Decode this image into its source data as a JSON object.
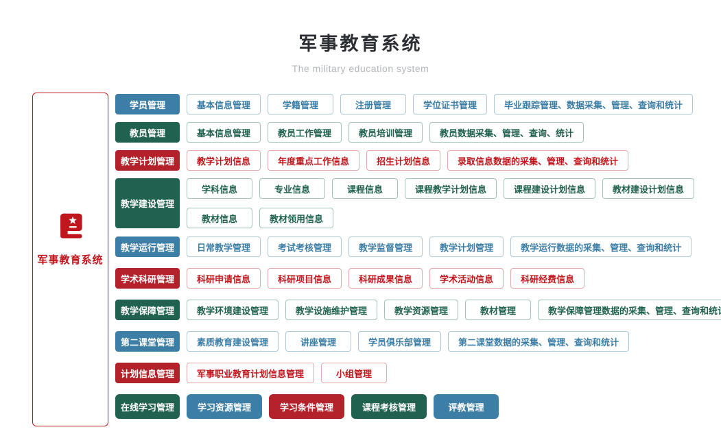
{
  "header": {
    "title": "军事教育系统",
    "subtitle": "The military education system"
  },
  "root": {
    "label": "军事教育系统",
    "icon": "book-star-icon"
  },
  "palette": {
    "blue": "#3d7ea6",
    "blue_border": "#aac8da",
    "green": "#20614f",
    "green_border": "#a0c4b9",
    "red": "#c0161d",
    "red_fill": "#b3212a",
    "red_border": "#e5a7a9"
  },
  "rows": [
    {
      "color": "blue",
      "parent": {
        "label": "学员管理",
        "color": "blue"
      },
      "lines": [
        [
          {
            "label": "基本信息管理"
          },
          {
            "label": "学籍管理"
          },
          {
            "label": "注册管理"
          },
          {
            "label": "学位证书管理"
          },
          {
            "label": "毕业跟踪管理、数据采集、管理、查询和统计"
          }
        ]
      ]
    },
    {
      "color": "green",
      "parent": {
        "label": "教员管理",
        "color": "green"
      },
      "lines": [
        [
          {
            "label": "基本信息管理"
          },
          {
            "label": "教员工作管理"
          },
          {
            "label": "教员培训管理"
          },
          {
            "label": "教员数据采集、管理、查询、统计"
          }
        ]
      ]
    },
    {
      "color": "red",
      "parent": {
        "label": "教学计划管理",
        "color": "red"
      },
      "lines": [
        [
          {
            "label": "教学计划信息"
          },
          {
            "label": "年度重点工作信息"
          },
          {
            "label": "招生计划信息"
          },
          {
            "label": "录取信息数据的采集、管理、查询和统计"
          }
        ]
      ]
    },
    {
      "color": "green",
      "parent": {
        "label": "教学建设管理",
        "color": "green"
      },
      "lines": [
        [
          {
            "label": "学科信息"
          },
          {
            "label": "专业信息"
          },
          {
            "label": "课程信息"
          },
          {
            "label": "课程教学计划信息"
          },
          {
            "label": "课程建设计划信息"
          },
          {
            "label": "教材建设计划信息"
          }
        ],
        [
          {
            "label": "教材信息"
          },
          {
            "label": "教材领用信息"
          }
        ]
      ]
    },
    {
      "color": "blue",
      "parent": {
        "label": "教学运行管理",
        "color": "blue"
      },
      "lines": [
        [
          {
            "label": "日常教学管理"
          },
          {
            "label": "考试考核管理"
          },
          {
            "label": "教学监督管理"
          },
          {
            "label": "教学计划管理"
          },
          {
            "label": "教学运行数据的采集、管理、查询和统计"
          }
        ]
      ]
    },
    {
      "color": "red",
      "parent": {
        "label": "学术科研管理",
        "color": "red"
      },
      "lines": [
        [
          {
            "label": "科研申请信息"
          },
          {
            "label": "科研项目信息"
          },
          {
            "label": "科研成果信息"
          },
          {
            "label": "学术活动信息"
          },
          {
            "label": "科研经费信息"
          }
        ]
      ]
    },
    {
      "color": "green",
      "parent": {
        "label": "教学保障管理",
        "color": "green"
      },
      "lines": [
        [
          {
            "label": "教学环境建设管理"
          },
          {
            "label": "教学设施维护管理"
          },
          {
            "label": "教学资源管理"
          },
          {
            "label": "教材管理"
          },
          {
            "label": "教学保障管理数据的采集、管理、查询和统计"
          }
        ]
      ]
    },
    {
      "color": "blue",
      "parent": {
        "label": "第二课堂管理",
        "color": "blue"
      },
      "lines": [
        [
          {
            "label": "素质教育建设管理"
          },
          {
            "label": "讲座管理"
          },
          {
            "label": "学员俱乐部管理"
          },
          {
            "label": "第二课堂数据的采集、管理、查询和统计"
          }
        ]
      ]
    },
    {
      "color": "red",
      "parent": {
        "label": "计划信息管理",
        "color": "red"
      },
      "lines": [
        [
          {
            "label": "军事职业教育计划信息管理"
          },
          {
            "label": "小组管理"
          }
        ]
      ]
    },
    {
      "color": "green",
      "parent": {
        "label": "在线学习管理",
        "color": "green"
      },
      "lines": [
        [
          {
            "label": "学习资源管理",
            "color": "blue",
            "filled": true
          },
          {
            "label": "学习条件管理",
            "color": "red",
            "filled": true
          },
          {
            "label": "课程考核管理",
            "color": "green",
            "filled": true
          },
          {
            "label": "评教管理",
            "color": "blue",
            "filled": true
          }
        ]
      ]
    }
  ]
}
